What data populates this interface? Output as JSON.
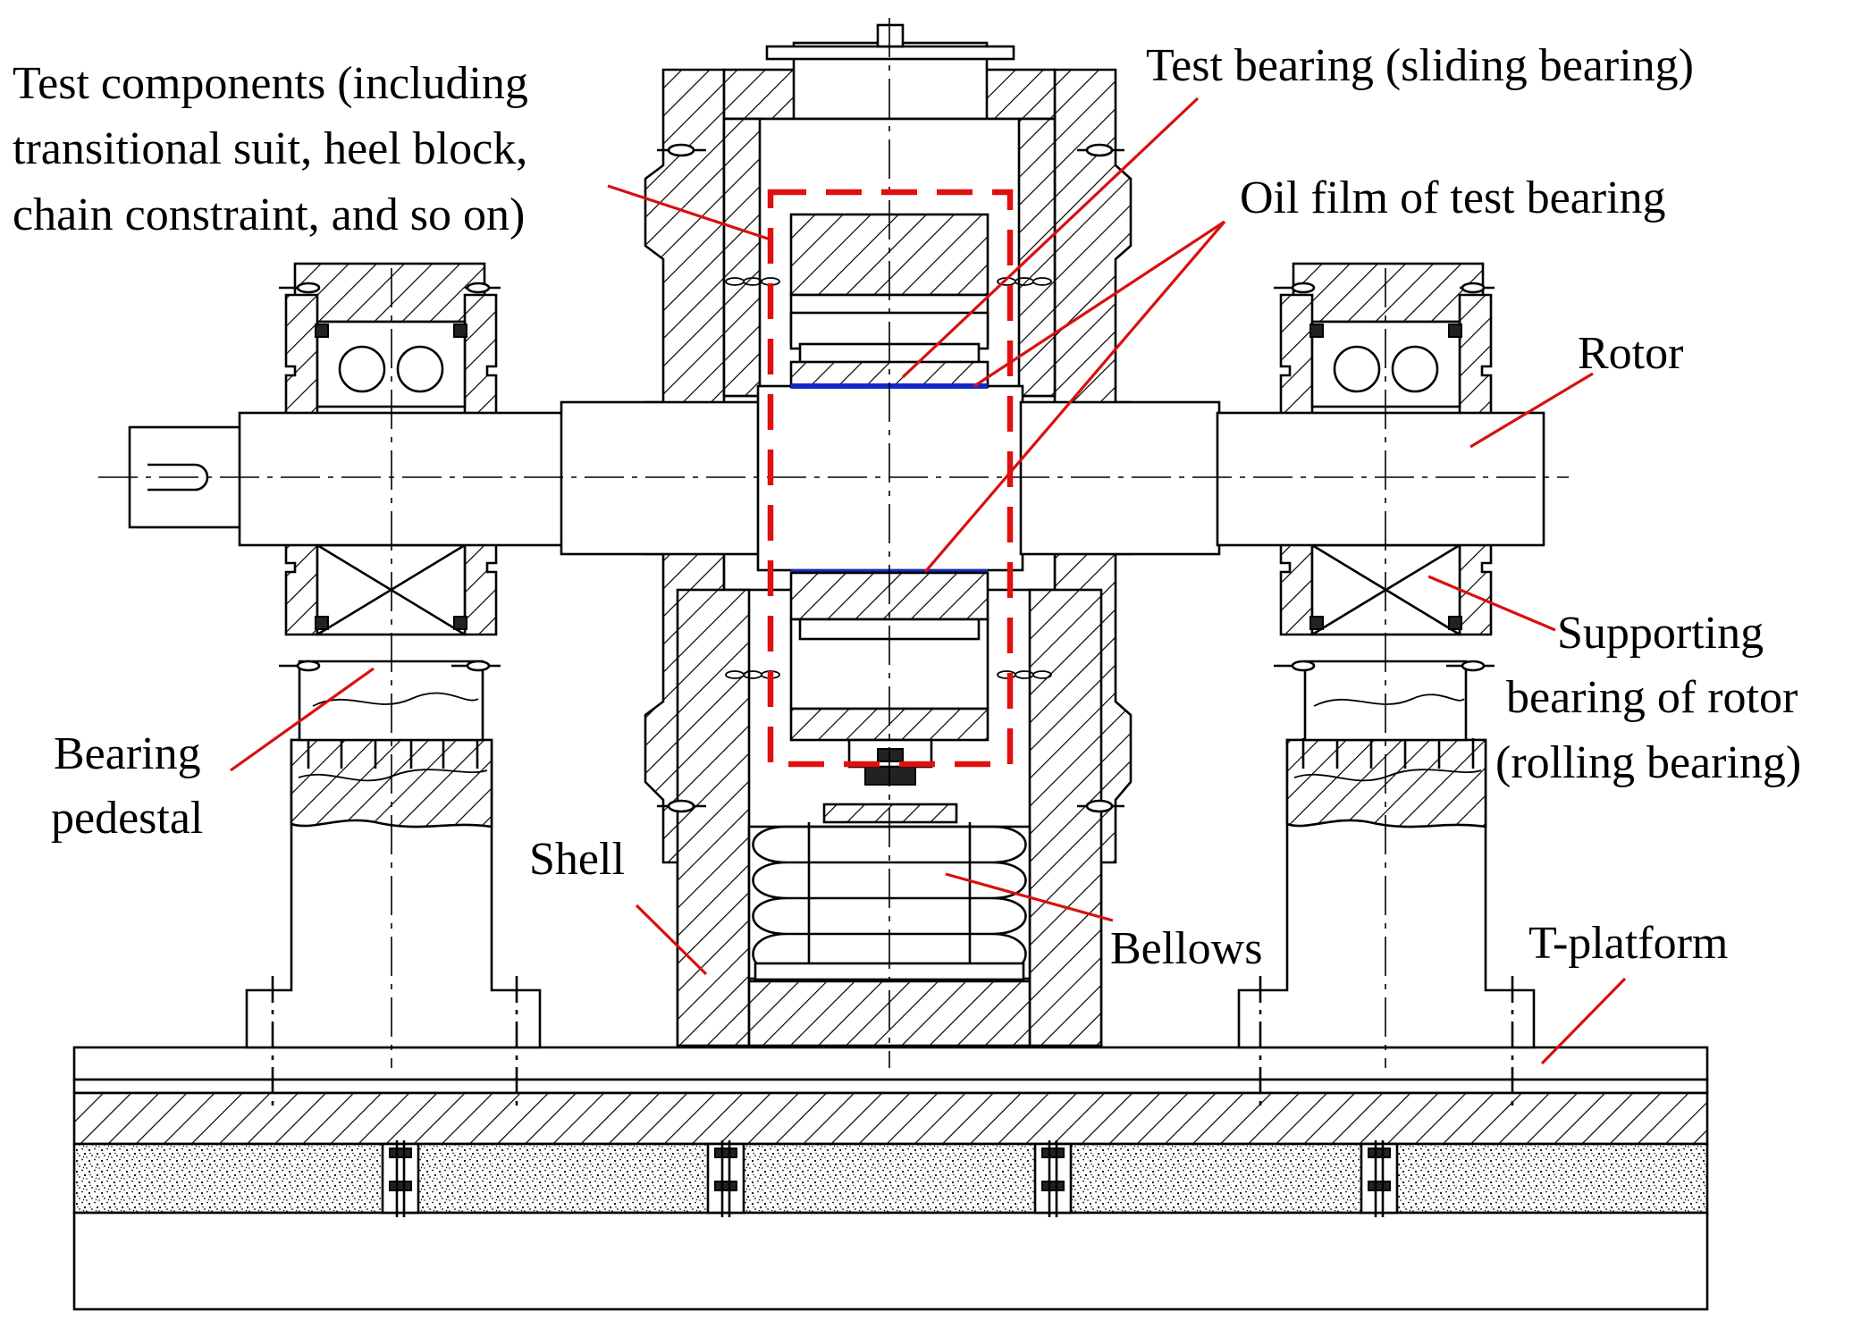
{
  "figure": {
    "labels": {
      "test_components": [
        "Test components (including",
        "transitional suit, heel block,",
        "chain constraint, and so on)"
      ],
      "test_bearing": "Test bearing (sliding bearing)",
      "oil_film": "Oil film of test bearing",
      "rotor": "Rotor",
      "supporting_bearing": [
        "Supporting",
        "bearing of rotor",
        "(rolling bearing)"
      ],
      "bearing_pedestal": [
        "Bearing",
        "pedestal"
      ],
      "shell": "Shell",
      "bellows": "Bellows",
      "t_platform": "T-platform"
    },
    "colors": {
      "leader_lines": "#d81010",
      "oil_film": "#1428c8",
      "highlight_box": "#e01010",
      "drawing": "#000000"
    }
  }
}
